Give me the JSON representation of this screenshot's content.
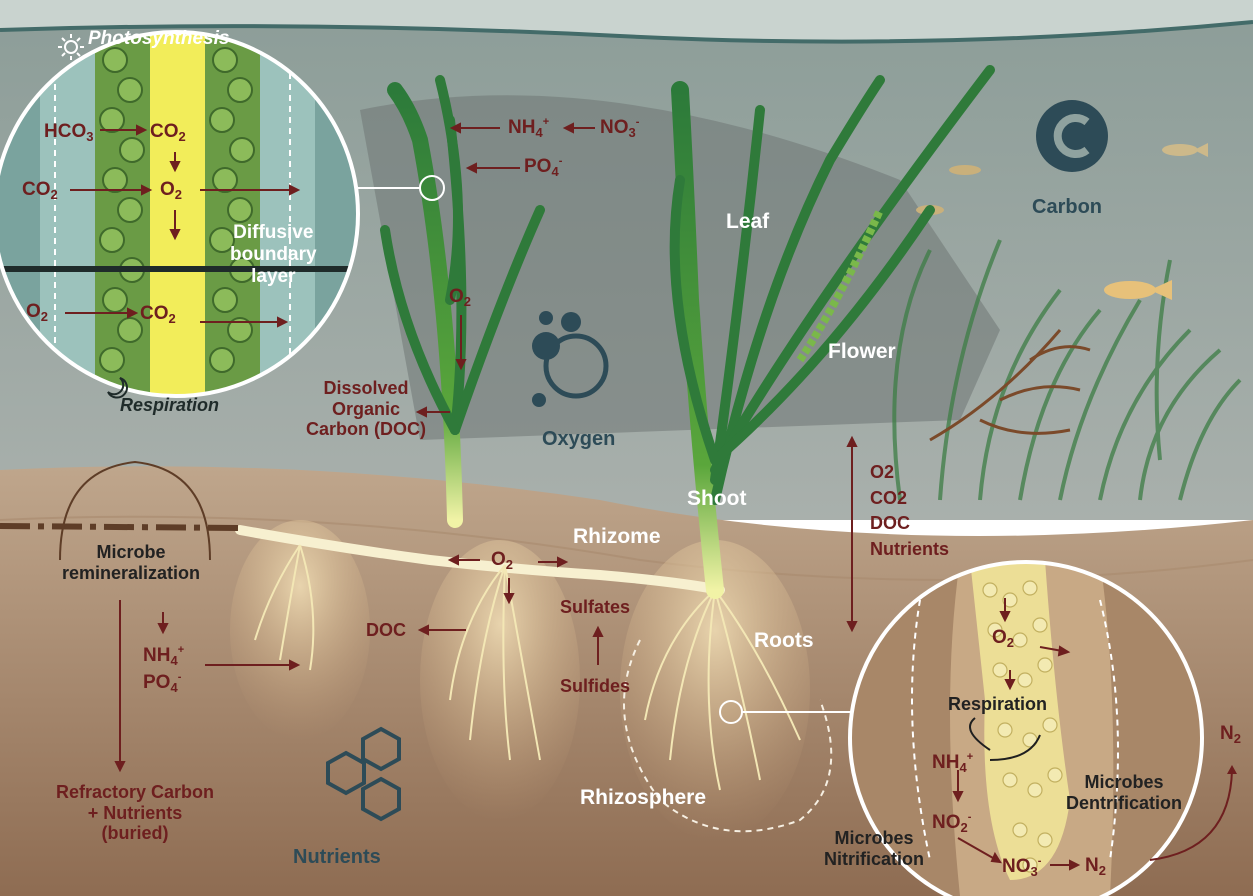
{
  "colors": {
    "water": "#8fa29f",
    "sediment": "#a8876a",
    "label_dark_red": "#6e1f1f",
    "label_teal": "#2d4b57",
    "plant_green": "#2f7a3a"
  },
  "zoom_top": {
    "photosynthesis": "Photosynthesis",
    "respiration": "Respiration",
    "diffusive": [
      "Diffusive",
      "boundary",
      "layer"
    ],
    "hco3": "HCO3",
    "co2_a": "CO2",
    "co2_b": "CO2",
    "o2_a": "O2",
    "o2_b": "O2",
    "co2_c": "CO2"
  },
  "plant_chems": {
    "nh4": "NH4+",
    "no3": "NO3-",
    "po4": "PO4-",
    "o2_leaf": "O2",
    "o2_rhizome": "O2"
  },
  "labels": {
    "doc_block": [
      "Dissolved",
      "Organic",
      "Carbon (DOC)"
    ],
    "oxygen": "Oxygen",
    "carbon": "Carbon",
    "leaf": "Leaf",
    "flower": "Flower",
    "shoot": "Shoot",
    "rhizome": "Rhizome",
    "roots": "Roots",
    "exchange": [
      "O2",
      "CO2",
      "DOC",
      "Nutrients"
    ],
    "microbe": [
      "Microbe",
      "remineralization"
    ],
    "nh4_sed": "NH4+",
    "po4_sed": "PO4-",
    "doc_sed": "DOC",
    "sulfates": "Sulfates",
    "sulfides": "Sulfides",
    "refractory": [
      "Refractory Carbon",
      "+ Nutrients",
      "(buried)"
    ],
    "nutrients": "Nutrients",
    "rhizosphere": "Rhizosphere"
  },
  "zoom_bottom": {
    "o2": "O2",
    "respiration": "Respiration",
    "nh4": "NH4+",
    "no2": "NO2-",
    "no3": "NO3-",
    "n2_a": "N2",
    "n2_b": "N2",
    "microbes_dent": [
      "Microbes",
      "Dentrification"
    ],
    "microbes_nit": [
      "Microbes",
      "Nitrification"
    ]
  },
  "icons": [
    "sun-icon",
    "moon-icon",
    "oxygen-icon",
    "carbon-icon",
    "nutrients-icon"
  ]
}
